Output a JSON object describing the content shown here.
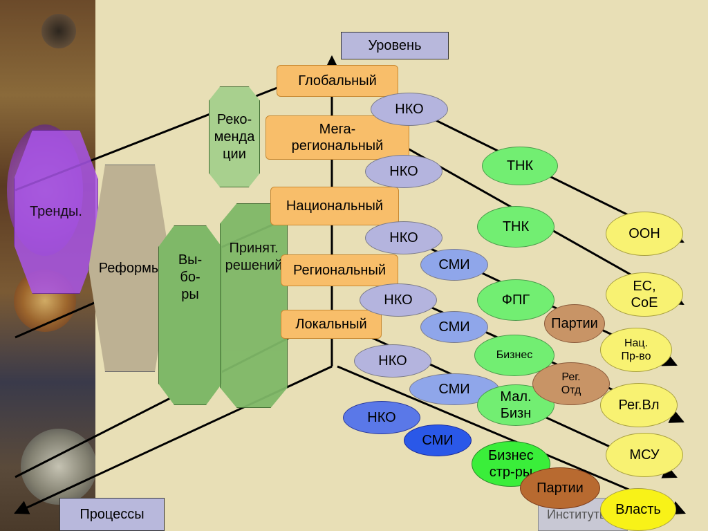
{
  "axis": {
    "level_label": "Уровень",
    "processes_label": "Процессы",
    "institutes_label": "Институты"
  },
  "levels": [
    "Глобальный",
    "Мега-\nрегиональный",
    "Национальный",
    "Региональный",
    "Локальный"
  ],
  "processes": {
    "trends": "Тренды.",
    "reforms": "Реформы",
    "elections": "Вы-\nбо-\nры",
    "decisions": "Принят.\nрешений",
    "recommendations": "Реко-\nменда\nции"
  },
  "actors": {
    "nko": "НКО",
    "smi": "СМИ",
    "tnk": "ТНК",
    "fpg": "ФПГ",
    "parties": "Партии",
    "business": "Бизнес",
    "reg_dept": "Рег.\nОтд",
    "small_business": "Мал.\nБизн",
    "business_structures": "Бизнес\nстр-ры"
  },
  "institutions": {
    "oon": "ООН",
    "eu": "ЕС,\nСоЕ",
    "nat_law": "Нац.\nПр-во",
    "reg_power": "Рег.Вл",
    "msu": "МСУ",
    "power": "Власть"
  },
  "colors": {
    "level_fill": "#f8be6a",
    "nko_fill": "#b4b4de",
    "smi_fill": "#8fa6ea",
    "actor_green": "#72ee72",
    "institution_yellow": "#f8f272",
    "party_brown": "#c89466",
    "process_green": "#7fb868",
    "reforms_fill": "#bdb193",
    "trends_purple": "#a855e8"
  }
}
